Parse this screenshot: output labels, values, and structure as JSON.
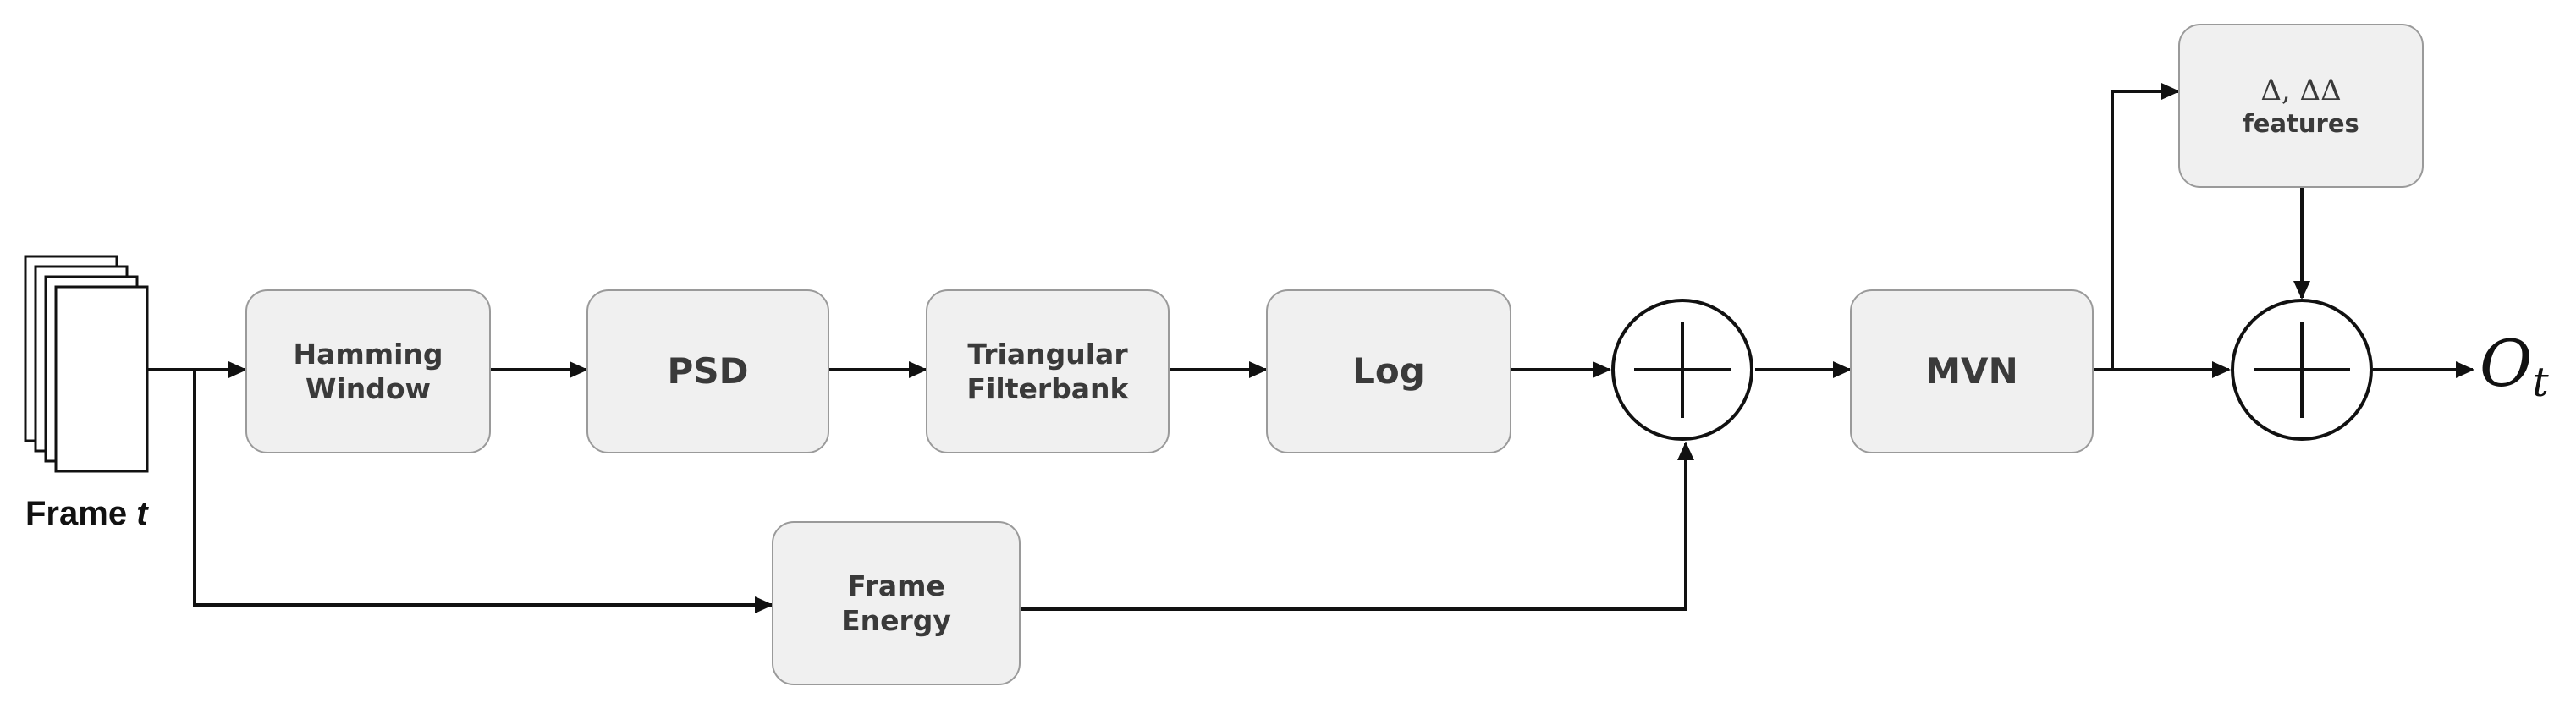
{
  "input": {
    "label_prefix": "Frame",
    "label_var": "t"
  },
  "blocks": {
    "hamming": [
      "Hamming",
      "Window"
    ],
    "psd": [
      "PSD"
    ],
    "filterbank": [
      "Triangular",
      "Filterbank"
    ],
    "log": [
      "Log"
    ],
    "energy": [
      "Frame",
      "Energy"
    ],
    "mvn": [
      "MVN"
    ],
    "delta": [
      "Δ, ΔΔ",
      "features"
    ]
  },
  "output": {
    "symbol": "O",
    "subscript": "t"
  },
  "colors": {
    "box_fill": "#f0f0f0",
    "box_border": "#9a9a9a",
    "arrow": "#111111",
    "text": "#3a3a3a"
  }
}
